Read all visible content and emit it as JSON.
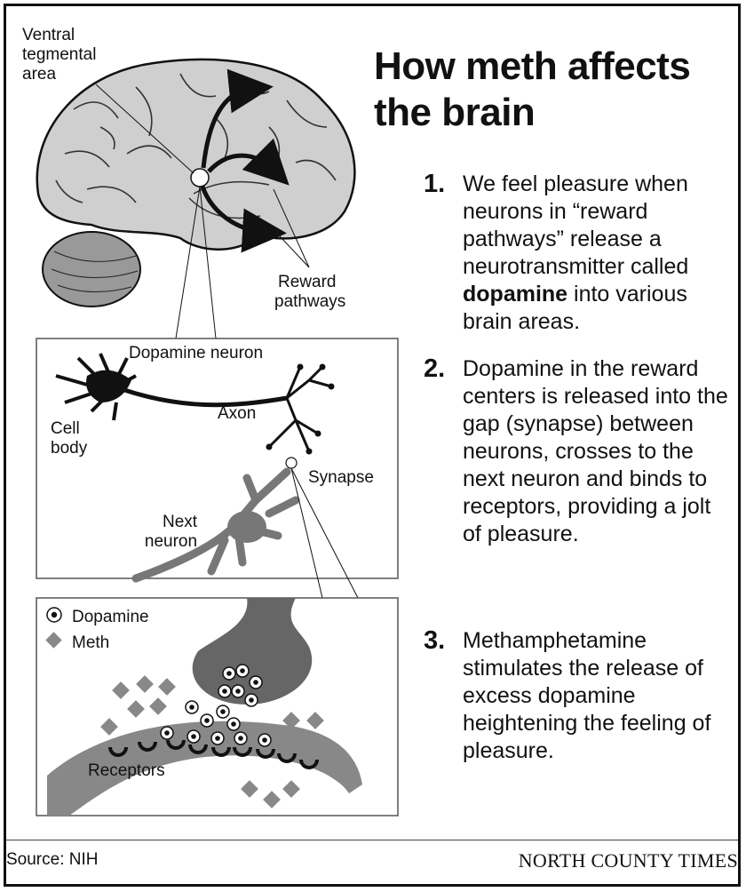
{
  "title": {
    "line1": "How meth affects",
    "line2": "the brain"
  },
  "steps": [
    {
      "num": "1.",
      "pre": "We feel pleasure when neurons in “reward pathways” release a neurotransmitter called ",
      "bold": "dopamine",
      "post": " into various brain areas."
    },
    {
      "num": "2.",
      "text": "Dopamine in the reward centers is released into the gap (synapse) between neurons, crosses to the next neuron and binds to receptors, providing a jolt of pleasure."
    },
    {
      "num": "3.",
      "text": "Methamphetamine stimulates the release of excess dopamine heightening the feeling of pleasure."
    }
  ],
  "labels": {
    "vta_line1": "Ventral",
    "vta_line2": "tegmental",
    "vta_line3": "area",
    "reward_line1": "Reward",
    "reward_line2": "pathways",
    "dopamine_neuron": "Dopamine neuron",
    "axon": "Axon",
    "cell_line1": "Cell",
    "cell_line2": "body",
    "synapse": "Synapse",
    "next_line1": "Next",
    "next_line2": "neuron",
    "legend_dopamine": "Dopamine",
    "legend_meth": "Meth",
    "receptors": "Receptors"
  },
  "footer": {
    "source": "Source: NIH",
    "brand": "NORTH COUNTY TIMES"
  }
}
